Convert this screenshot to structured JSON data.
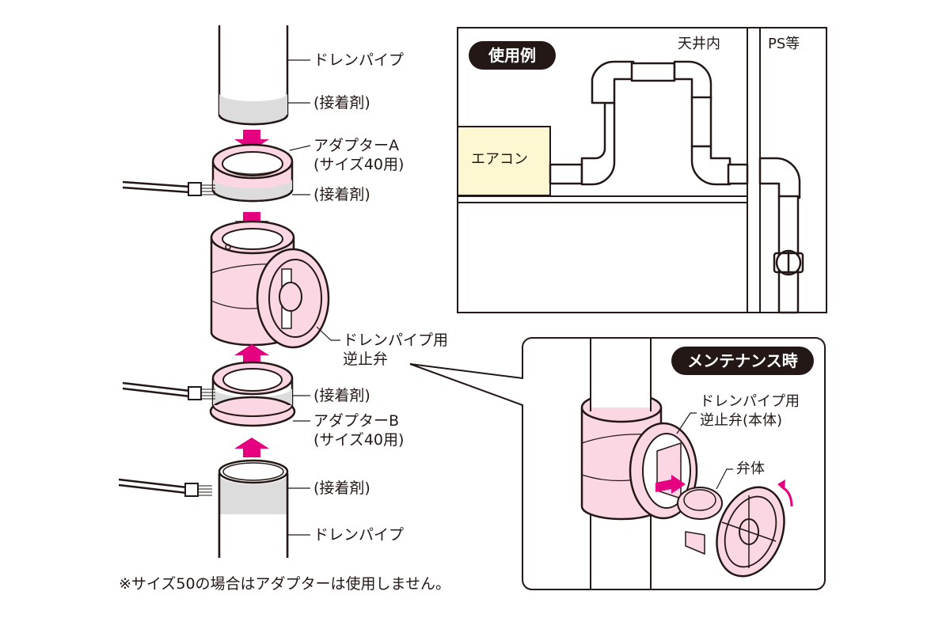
{
  "colors": {
    "ink": "#231815",
    "pink_fill": "#fbd6e3",
    "magenta_arrow": "#e4007f",
    "glue_gray": "#dcdcdc",
    "aircon_fill": "#fdf7d2"
  },
  "exploded_view": {
    "drain_pipe_top": "ドレンパイプ",
    "adhesive_1": "(接着剤)",
    "adapter_a_line1": "アダプターA",
    "adapter_a_line2": "(サイズ40用)",
    "adhesive_2": "(接着剤)",
    "check_valve_line1": "ドレンパイプ用",
    "check_valve_line2": "逆止弁",
    "adhesive_3": "(接着剤)",
    "adapter_b_line1": "アダプターB",
    "adapter_b_line2": "(サイズ40用)",
    "adhesive_4": "(接着剤)",
    "drain_pipe_bottom": "ドレンパイプ",
    "note": "※サイズ50の場合はアダプターは使用しません。"
  },
  "usage_example": {
    "badge": "使用例",
    "ceiling": "天井内",
    "ps": "PS等",
    "aircon": "エアコン"
  },
  "maintenance": {
    "badge": "メンテナンス時",
    "valve_body_line1": "ドレンパイプ用",
    "valve_body_line2": "逆止弁(本体)",
    "valve_disc": "弁体"
  }
}
